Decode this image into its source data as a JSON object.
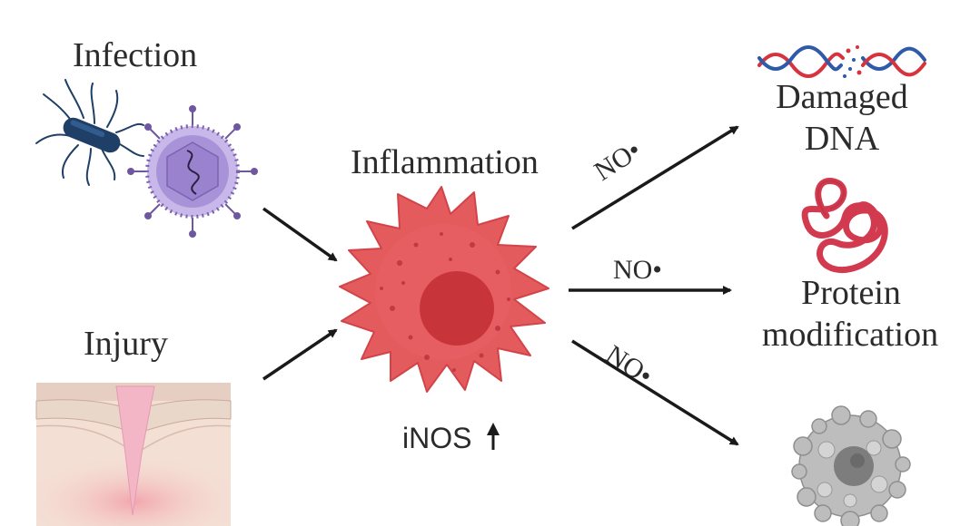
{
  "labels": {
    "infection": "Infection",
    "injury": "Injury",
    "inflammation": "Inflammation",
    "inos": "iNOS",
    "no_radical": "NO•",
    "damaged_dna_line1": "Damaged",
    "damaged_dna_line2": "DNA",
    "protein_line1": "Protein",
    "protein_line2": "modification"
  },
  "icons": {
    "bacterium": "bacterium-icon",
    "virus": "virus-icon",
    "skin_wound": "skin-wound-icon",
    "inflamed_cell": "inflamed-cell-icon",
    "dna": "damaged-dna-icon",
    "protein": "protein-icon",
    "dead_cell": "dead-cell-icon",
    "up_arrow": "up-arrow-icon"
  },
  "colors": {
    "inflamed_cell": "#e45b5e",
    "nucleus": "#c7343a",
    "bacterium": "#1f3f66",
    "virus": "#9b7fc8",
    "protein": "#d23a4f",
    "dna_red": "#d6333f",
    "dna_blue": "#2e5aa8",
    "dead_cell": "#a8a8a8",
    "arrow": "#1a1a1a"
  }
}
